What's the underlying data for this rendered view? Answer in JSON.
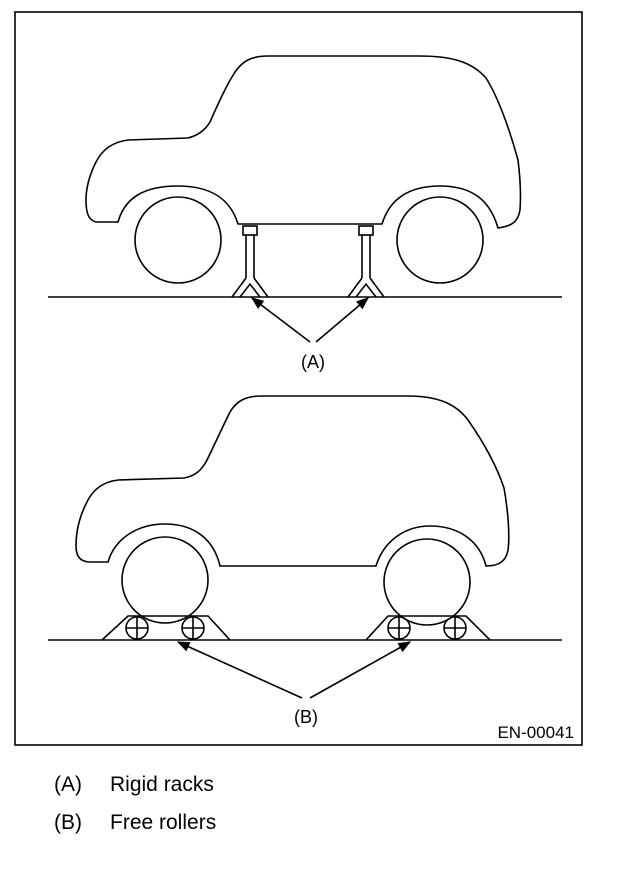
{
  "figure": {
    "callout_a": "(A)",
    "callout_b": "(B)",
    "figure_id": "EN-00041"
  },
  "legend": [
    {
      "key": "(A)",
      "text": "Rigid racks"
    },
    {
      "key": "(B)",
      "text": "Free rollers"
    }
  ],
  "colors": {
    "line": "#000000",
    "background": "#ffffff"
  }
}
